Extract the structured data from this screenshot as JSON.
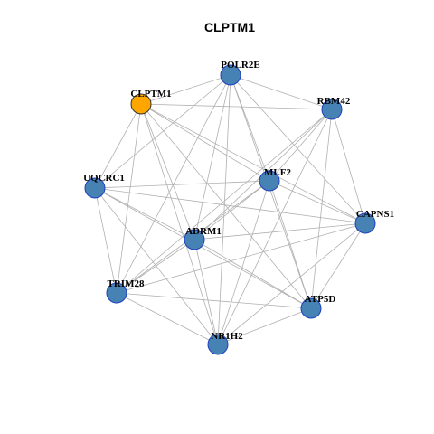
{
  "title": "CLPTM1",
  "colors": {
    "focus_node_fill": "#FFA500",
    "node_fill": "#4682B4",
    "node_stroke": "#1F3FBF",
    "edge": "#B0B0B0"
  },
  "nodes": [
    {
      "id": "POLR2E",
      "label": "POLR2E",
      "focus": false
    },
    {
      "id": "CLPTM1",
      "label": "CLPTM1",
      "focus": true
    },
    {
      "id": "RBM42",
      "label": "RBM42",
      "focus": false
    },
    {
      "id": "MLF2",
      "label": "MLF2",
      "focus": false
    },
    {
      "id": "UQCRC1",
      "label": "UQCRC1",
      "focus": false
    },
    {
      "id": "CAPNS1",
      "label": "CAPNS1",
      "focus": false
    },
    {
      "id": "ADRM1",
      "label": "ADRM1",
      "focus": false
    },
    {
      "id": "TRIM28",
      "label": "TRIM28",
      "focus": false
    },
    {
      "id": "ATP5D",
      "label": "ATP5D",
      "focus": false
    },
    {
      "id": "NR1H2",
      "label": "NR1H2",
      "focus": false
    }
  ],
  "edges": [
    [
      "POLR2E",
      "CLPTM1"
    ],
    [
      "POLR2E",
      "RBM42"
    ],
    [
      "POLR2E",
      "MLF2"
    ],
    [
      "POLR2E",
      "UQCRC1"
    ],
    [
      "POLR2E",
      "CAPNS1"
    ],
    [
      "POLR2E",
      "ADRM1"
    ],
    [
      "POLR2E",
      "TRIM28"
    ],
    [
      "POLR2E",
      "ATP5D"
    ],
    [
      "POLR2E",
      "NR1H2"
    ],
    [
      "CLPTM1",
      "RBM42"
    ],
    [
      "CLPTM1",
      "MLF2"
    ],
    [
      "CLPTM1",
      "UQCRC1"
    ],
    [
      "CLPTM1",
      "CAPNS1"
    ],
    [
      "CLPTM1",
      "ADRM1"
    ],
    [
      "CLPTM1",
      "TRIM28"
    ],
    [
      "CLPTM1",
      "ATP5D"
    ],
    [
      "CLPTM1",
      "NR1H2"
    ],
    [
      "RBM42",
      "MLF2"
    ],
    [
      "RBM42",
      "CAPNS1"
    ],
    [
      "RBM42",
      "ADRM1"
    ],
    [
      "RBM42",
      "TRIM28"
    ],
    [
      "RBM42",
      "ATP5D"
    ],
    [
      "RBM42",
      "NR1H2"
    ],
    [
      "MLF2",
      "UQCRC1"
    ],
    [
      "MLF2",
      "CAPNS1"
    ],
    [
      "MLF2",
      "ADRM1"
    ],
    [
      "MLF2",
      "TRIM28"
    ],
    [
      "MLF2",
      "ATP5D"
    ],
    [
      "MLF2",
      "NR1H2"
    ],
    [
      "UQCRC1",
      "CAPNS1"
    ],
    [
      "UQCRC1",
      "ADRM1"
    ],
    [
      "UQCRC1",
      "TRIM28"
    ],
    [
      "UQCRC1",
      "ATP5D"
    ],
    [
      "UQCRC1",
      "NR1H2"
    ],
    [
      "CAPNS1",
      "ADRM1"
    ],
    [
      "CAPNS1",
      "TRIM28"
    ],
    [
      "CAPNS1",
      "ATP5D"
    ],
    [
      "CAPNS1",
      "NR1H2"
    ],
    [
      "ADRM1",
      "TRIM28"
    ],
    [
      "ADRM1",
      "ATP5D"
    ],
    [
      "ADRM1",
      "NR1H2"
    ],
    [
      "TRIM28",
      "ATP5D"
    ],
    [
      "TRIM28",
      "NR1H2"
    ],
    [
      "ATP5D",
      "NR1H2"
    ]
  ]
}
